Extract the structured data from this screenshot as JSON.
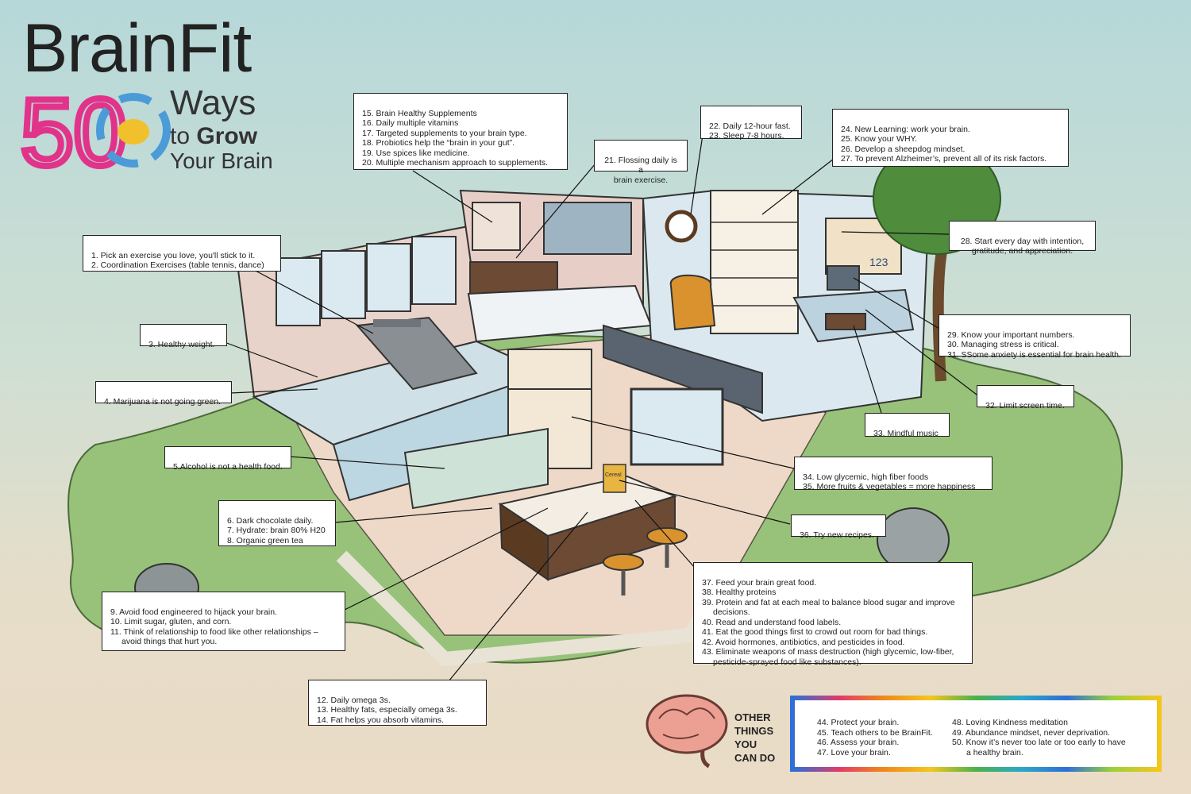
{
  "header": {
    "title": "BrainFit",
    "number": "50",
    "line1": "Ways",
    "line2_prefix": "to",
    "line2_bold": "Grow",
    "line3": "Your Brain"
  },
  "callouts": {
    "c1": [
      "1. Pick an exercise you love, you'll stick to it.",
      "2. Coordination Exercises (table tennis, dance)"
    ],
    "c3": [
      "3. Healthy weight."
    ],
    "c4": [
      "4. Marijuana is not going green."
    ],
    "c5": [
      "5.Alcohol is not a health food."
    ],
    "c6": [
      "6. Dark chocolate daily.",
      "7. Hydrate: brain 80% H20",
      "8. Organic green tea"
    ],
    "c9": [
      "9. Avoid food engineered to hijack your brain.",
      "10. Limit sugar, gluten, and corn.",
      "11. Think of relationship to food like other relationships –",
      "avoid things that hurt you."
    ],
    "c12": [
      "12. Daily omega 3s.",
      "13. Healthy fats, especially omega 3s.",
      "14. Fat helps you absorb vitamins."
    ],
    "c15": [
      "15. Brain Healthy Supplements",
      "16. Daily multiple vitamins",
      "17. Targeted supplements to your brain type.",
      "18. Probiotics help the “brain in your gut”.",
      "19. Use spices like medicine.",
      "20. Multiple mechanism approach to supplements."
    ],
    "c21": [
      "21. Flossing daily is a",
      "brain exercise."
    ],
    "c22": [
      "22. Daily 12-hour fast.",
      "23. Sleep 7-8 hours."
    ],
    "c24": [
      "24. New Learning: work your brain.",
      "25. Know your WHY.",
      "26. Develop a sheepdog mindset.",
      "27. To prevent Alzheimer’s, prevent all of its risk factors."
    ],
    "c28": [
      "28. Start every day with intention,",
      "gratitude, and appreciation."
    ],
    "c29": [
      "29. Know your important numbers.",
      "30. Managing stress is critical.",
      "31. SSome anxiety is essential for brain health."
    ],
    "c32": [
      "32. Limit screen time."
    ],
    "c33": [
      "33. Mindful music"
    ],
    "c34": [
      "34. Low glycemic, high fiber foods",
      "35. More fruits & vegetables = more happiness"
    ],
    "c36": [
      "36. Try new recipes."
    ],
    "c37": [
      "37. Feed your brain great food.",
      "38. Healthy proteins",
      "39. Protein and fat at each meal to balance blood sugar and improve",
      "decisions.",
      "40. Read and understand food labels.",
      "41. Eat the good things first to crowd out room for bad things.",
      "42. Avoid hormones, antibiotics, and pesticides in food.",
      "43. Eliminate weapons of mass destruction (high glycemic, low-fiber,",
      "pesticide-sprayed food like substances)."
    ]
  },
  "other": {
    "heading": [
      "OTHER",
      "THINGS",
      "YOU",
      "CAN DO"
    ],
    "col1": [
      "44. Protect your brain.",
      "45. Teach others to be BrainFit.",
      "46. Assess your brain.",
      "47. Love your brain."
    ],
    "col2": [
      "48. Loving Kindness meditation",
      "49. Abundance mindset, never deprivation.",
      "50. Know it’s never too late or too early to have",
      "a healthy brain."
    ]
  },
  "illustration": {
    "fridge_label": "Cereal",
    "whiteboard_numbers": "123"
  }
}
